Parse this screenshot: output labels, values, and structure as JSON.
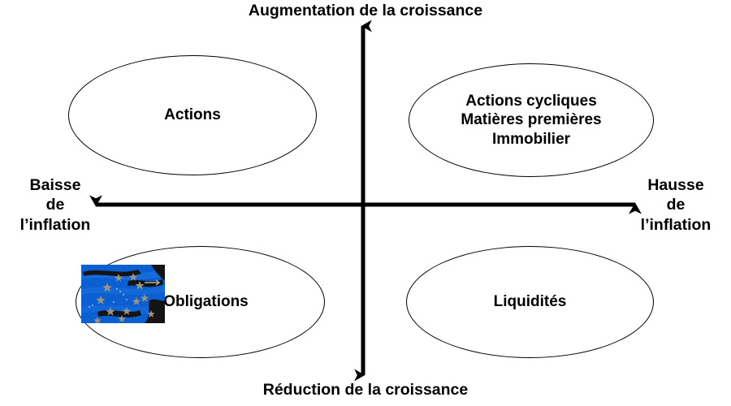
{
  "diagram": {
    "type": "quadrant-matrix",
    "background_color": "#ffffff",
    "line_color": "#000000",
    "axes": {
      "vertical": {
        "top_label": "Augmentation de la croissance",
        "bottom_label": "Réduction de la croissance"
      },
      "horizontal": {
        "left_label": "Baisse\nde\nl’inflation",
        "right_label": "Hausse\nde\nl’inflation"
      }
    },
    "quadrants": [
      {
        "id": "top-left",
        "name": "equities",
        "label": "Actions"
      },
      {
        "id": "top-right",
        "name": "cyclicals",
        "label": "Actions cycliques\nMatières premières\nImmobilier"
      },
      {
        "id": "bottom-left",
        "name": "bonds",
        "label": "Obligations"
      },
      {
        "id": "bottom-right",
        "name": "liquidity",
        "label": "Liquidités"
      }
    ],
    "image_overlay": {
      "name": "eu-flag-image",
      "description": "blue waving flag graphic with grey stars",
      "background_color": "#0b5fd0",
      "star_color": "#9a9484",
      "streak_color": "#1a1a1a"
    }
  }
}
